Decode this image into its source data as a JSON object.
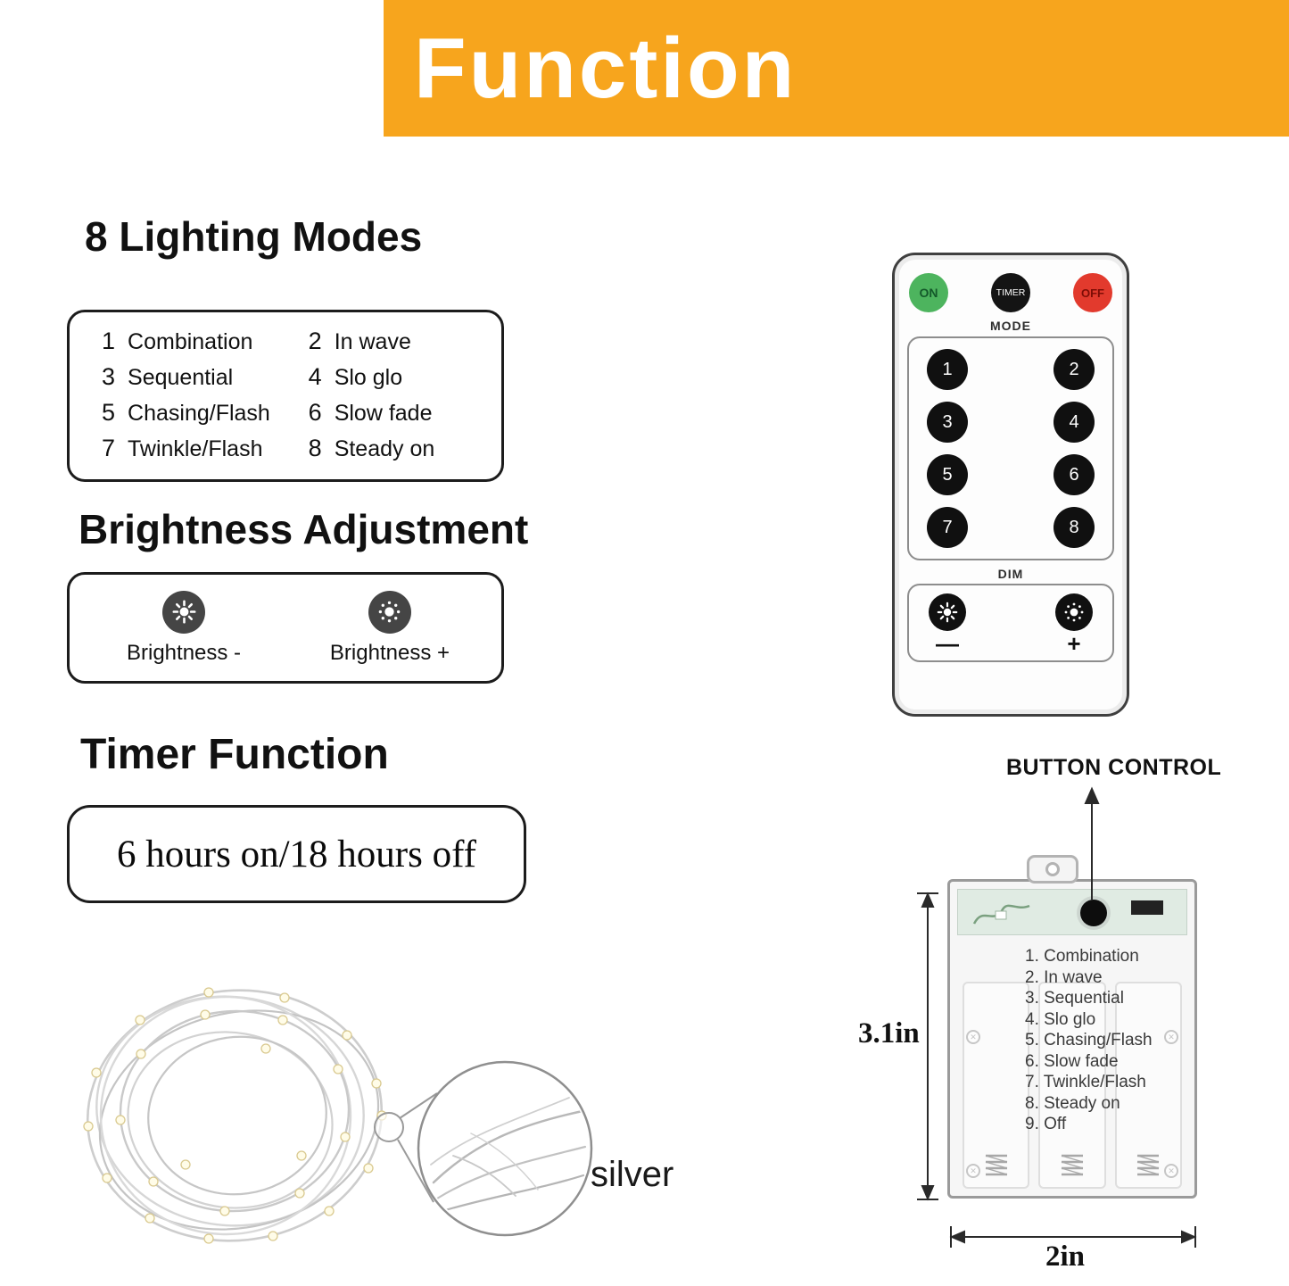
{
  "colors": {
    "banner_bg": "#F7A51D",
    "on_button": "#4DB45E",
    "off_button": "#E23A2D"
  },
  "banner": {
    "title": "Function"
  },
  "lighting_modes": {
    "heading": "8 Lighting Modes",
    "items": [
      {
        "num": "1",
        "label": "Combination"
      },
      {
        "num": "2",
        "label": "In wave"
      },
      {
        "num": "3",
        "label": "Sequential"
      },
      {
        "num": "4",
        "label": "Slo glo"
      },
      {
        "num": "5",
        "label": "Chasing/Flash"
      },
      {
        "num": "6",
        "label": "Slow fade"
      },
      {
        "num": "7",
        "label": "Twinkle/Flash"
      },
      {
        "num": "8",
        "label": "Steady on"
      }
    ]
  },
  "brightness": {
    "heading": "Brightness Adjustment",
    "minus_label": "Brightness -",
    "plus_label": "Brightness +"
  },
  "timer": {
    "heading": "Timer Function",
    "value": "6 hours on/18 hours off"
  },
  "string_light": {
    "label": "silver"
  },
  "remote": {
    "on_label": "ON",
    "timer_label": "TIMER",
    "off_label": "OFF",
    "mode_label": "MODE",
    "mode_buttons": [
      "1",
      "2",
      "3",
      "4",
      "5",
      "6",
      "7",
      "8"
    ],
    "dim_label": "DIM",
    "minus_sign": "—",
    "plus_sign": "+"
  },
  "battery_box": {
    "label": "BUTTON CONTROL",
    "mode_list": [
      "1. Combination",
      "2. In wave",
      "3. Sequential",
      "4. Slo glo",
      "5. Chasing/Flash",
      "6. Slow fade",
      "7. Twinkle/Flash",
      "8. Steady on",
      "9. Off"
    ],
    "height_dim": "3.1in",
    "width_dim": "2in"
  }
}
